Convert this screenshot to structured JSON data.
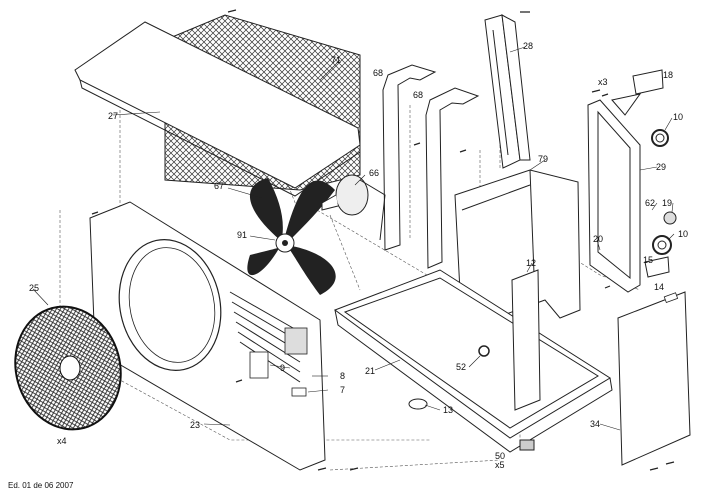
{
  "diagram": {
    "edition": "Ed. 01 de 06 2007",
    "part_labels": [
      "28",
      "71",
      "68",
      "68",
      "27",
      "79",
      "x3",
      "18",
      "10",
      "29",
      "66",
      "67",
      "62",
      "19",
      "91",
      "10",
      "20",
      "12",
      "15",
      "14",
      "25",
      "52",
      "9",
      "8",
      "21",
      "7",
      "13",
      "x4",
      "23",
      "34",
      "50",
      "x5"
    ]
  }
}
